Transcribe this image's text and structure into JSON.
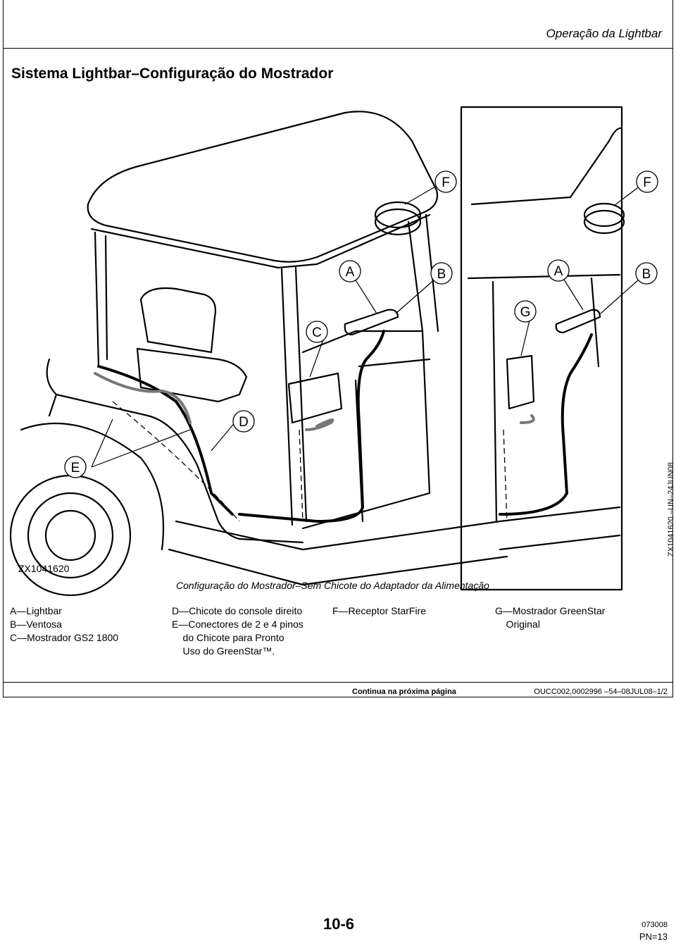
{
  "header": {
    "section": "Operação da Lightbar"
  },
  "title": "Sistema Lightbar–Configuração do Mostrador",
  "figure": {
    "id": "ZX1041620",
    "side_code": "ZX1041620 –UN–24JUN08",
    "caption": "Configuração do Mostrador–Sem Chicote do Adaptador da Alimentação",
    "callouts": [
      "A",
      "B",
      "C",
      "D",
      "E",
      "F",
      "G"
    ]
  },
  "legend": {
    "col1": [
      "A—Lightbar",
      "B—Ventosa",
      "C—Mostrador GS2 1800"
    ],
    "col2": [
      "D—Chicote do console direito",
      "E—Conectores de 2 e 4 pinos",
      "    do Chicote para Pronto",
      "    Uso do GreenStar™."
    ],
    "col3": [
      "F—Receptor StarFire"
    ],
    "col4": [
      "G—Mostrador GreenStar",
      "    Original"
    ]
  },
  "footer": {
    "continua": "Continua na próxima página",
    "docref": "OUCC002,0002996  –54–08JUL08–1/2",
    "page_number": "10-6",
    "page_code": "073008",
    "pn": "PN=13"
  }
}
